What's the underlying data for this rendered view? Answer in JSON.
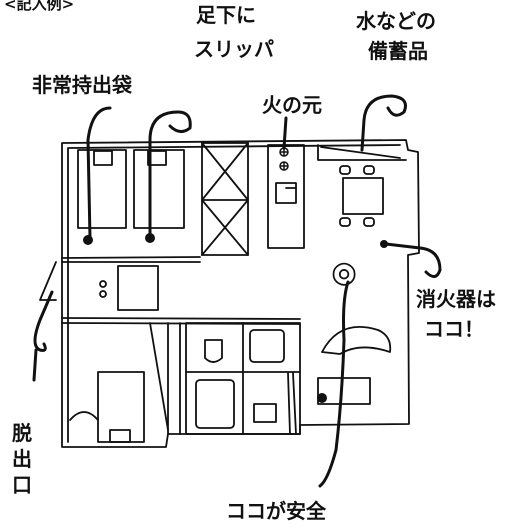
{
  "header": {
    "text": "<記入例>"
  },
  "labels": {
    "emergency_bag": "非常持出袋",
    "slippers_line1": "足下に",
    "slippers_line2": "スリッパ",
    "fire_source": "火の元",
    "water_line1": "水などの",
    "water_line2": "備蓄品",
    "extinguisher_line1": "消火器は",
    "extinguisher_line2": "ココ！",
    "exit_1": "脱",
    "exit_2": "出",
    "exit_3": "口",
    "safe_spot": "ココが安全"
  },
  "safe_marker": {
    "symbol": "◎"
  },
  "colors": {
    "ink": "#111111",
    "paper": "#ffffff"
  }
}
